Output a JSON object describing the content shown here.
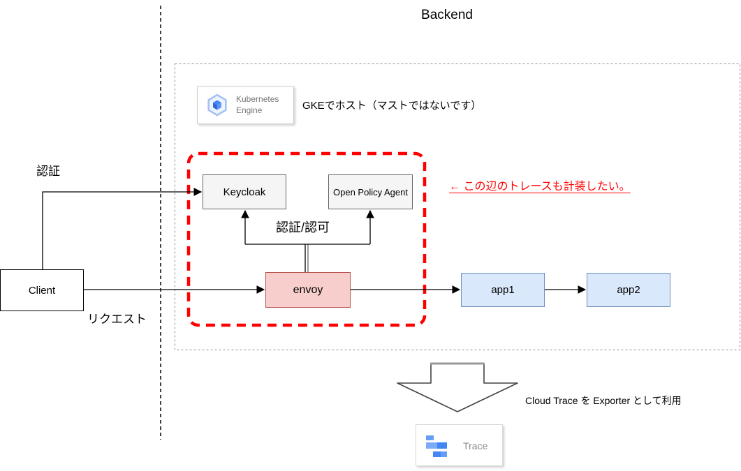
{
  "diagram": {
    "title": "Backend",
    "nodes": {
      "client": "Client",
      "keycloak": "Keycloak",
      "opa": "Open Policy Agent",
      "envoy": "envoy",
      "app1": "app1",
      "app2": "app2"
    },
    "labels": {
      "auth": "認証",
      "request": "リクエスト",
      "auth_authz": "認証/認可",
      "gke_note": "GKEでホスト（マストではないです）",
      "trace_note": "← この辺のトレースも計装したい。",
      "exporter_note": "Cloud Trace を Exporter として利用"
    },
    "badges": {
      "gke": {
        "name_line1": "Kubernetes",
        "name_line2": "Engine"
      },
      "trace": {
        "label": "Trace"
      }
    },
    "colors": {
      "annotation_red": "#ff0000",
      "envoy_fill": "#f8cecc",
      "envoy_border": "#b85450",
      "app_fill": "#dae8fc",
      "app_border": "#6c8ebf",
      "service_fill": "#f5f5f5",
      "service_border": "#666666",
      "gcp_blue": "#4285f4",
      "gcp_blue_light": "#669df6",
      "container_border": "#8c8c8c",
      "connector": "#000000"
    }
  }
}
